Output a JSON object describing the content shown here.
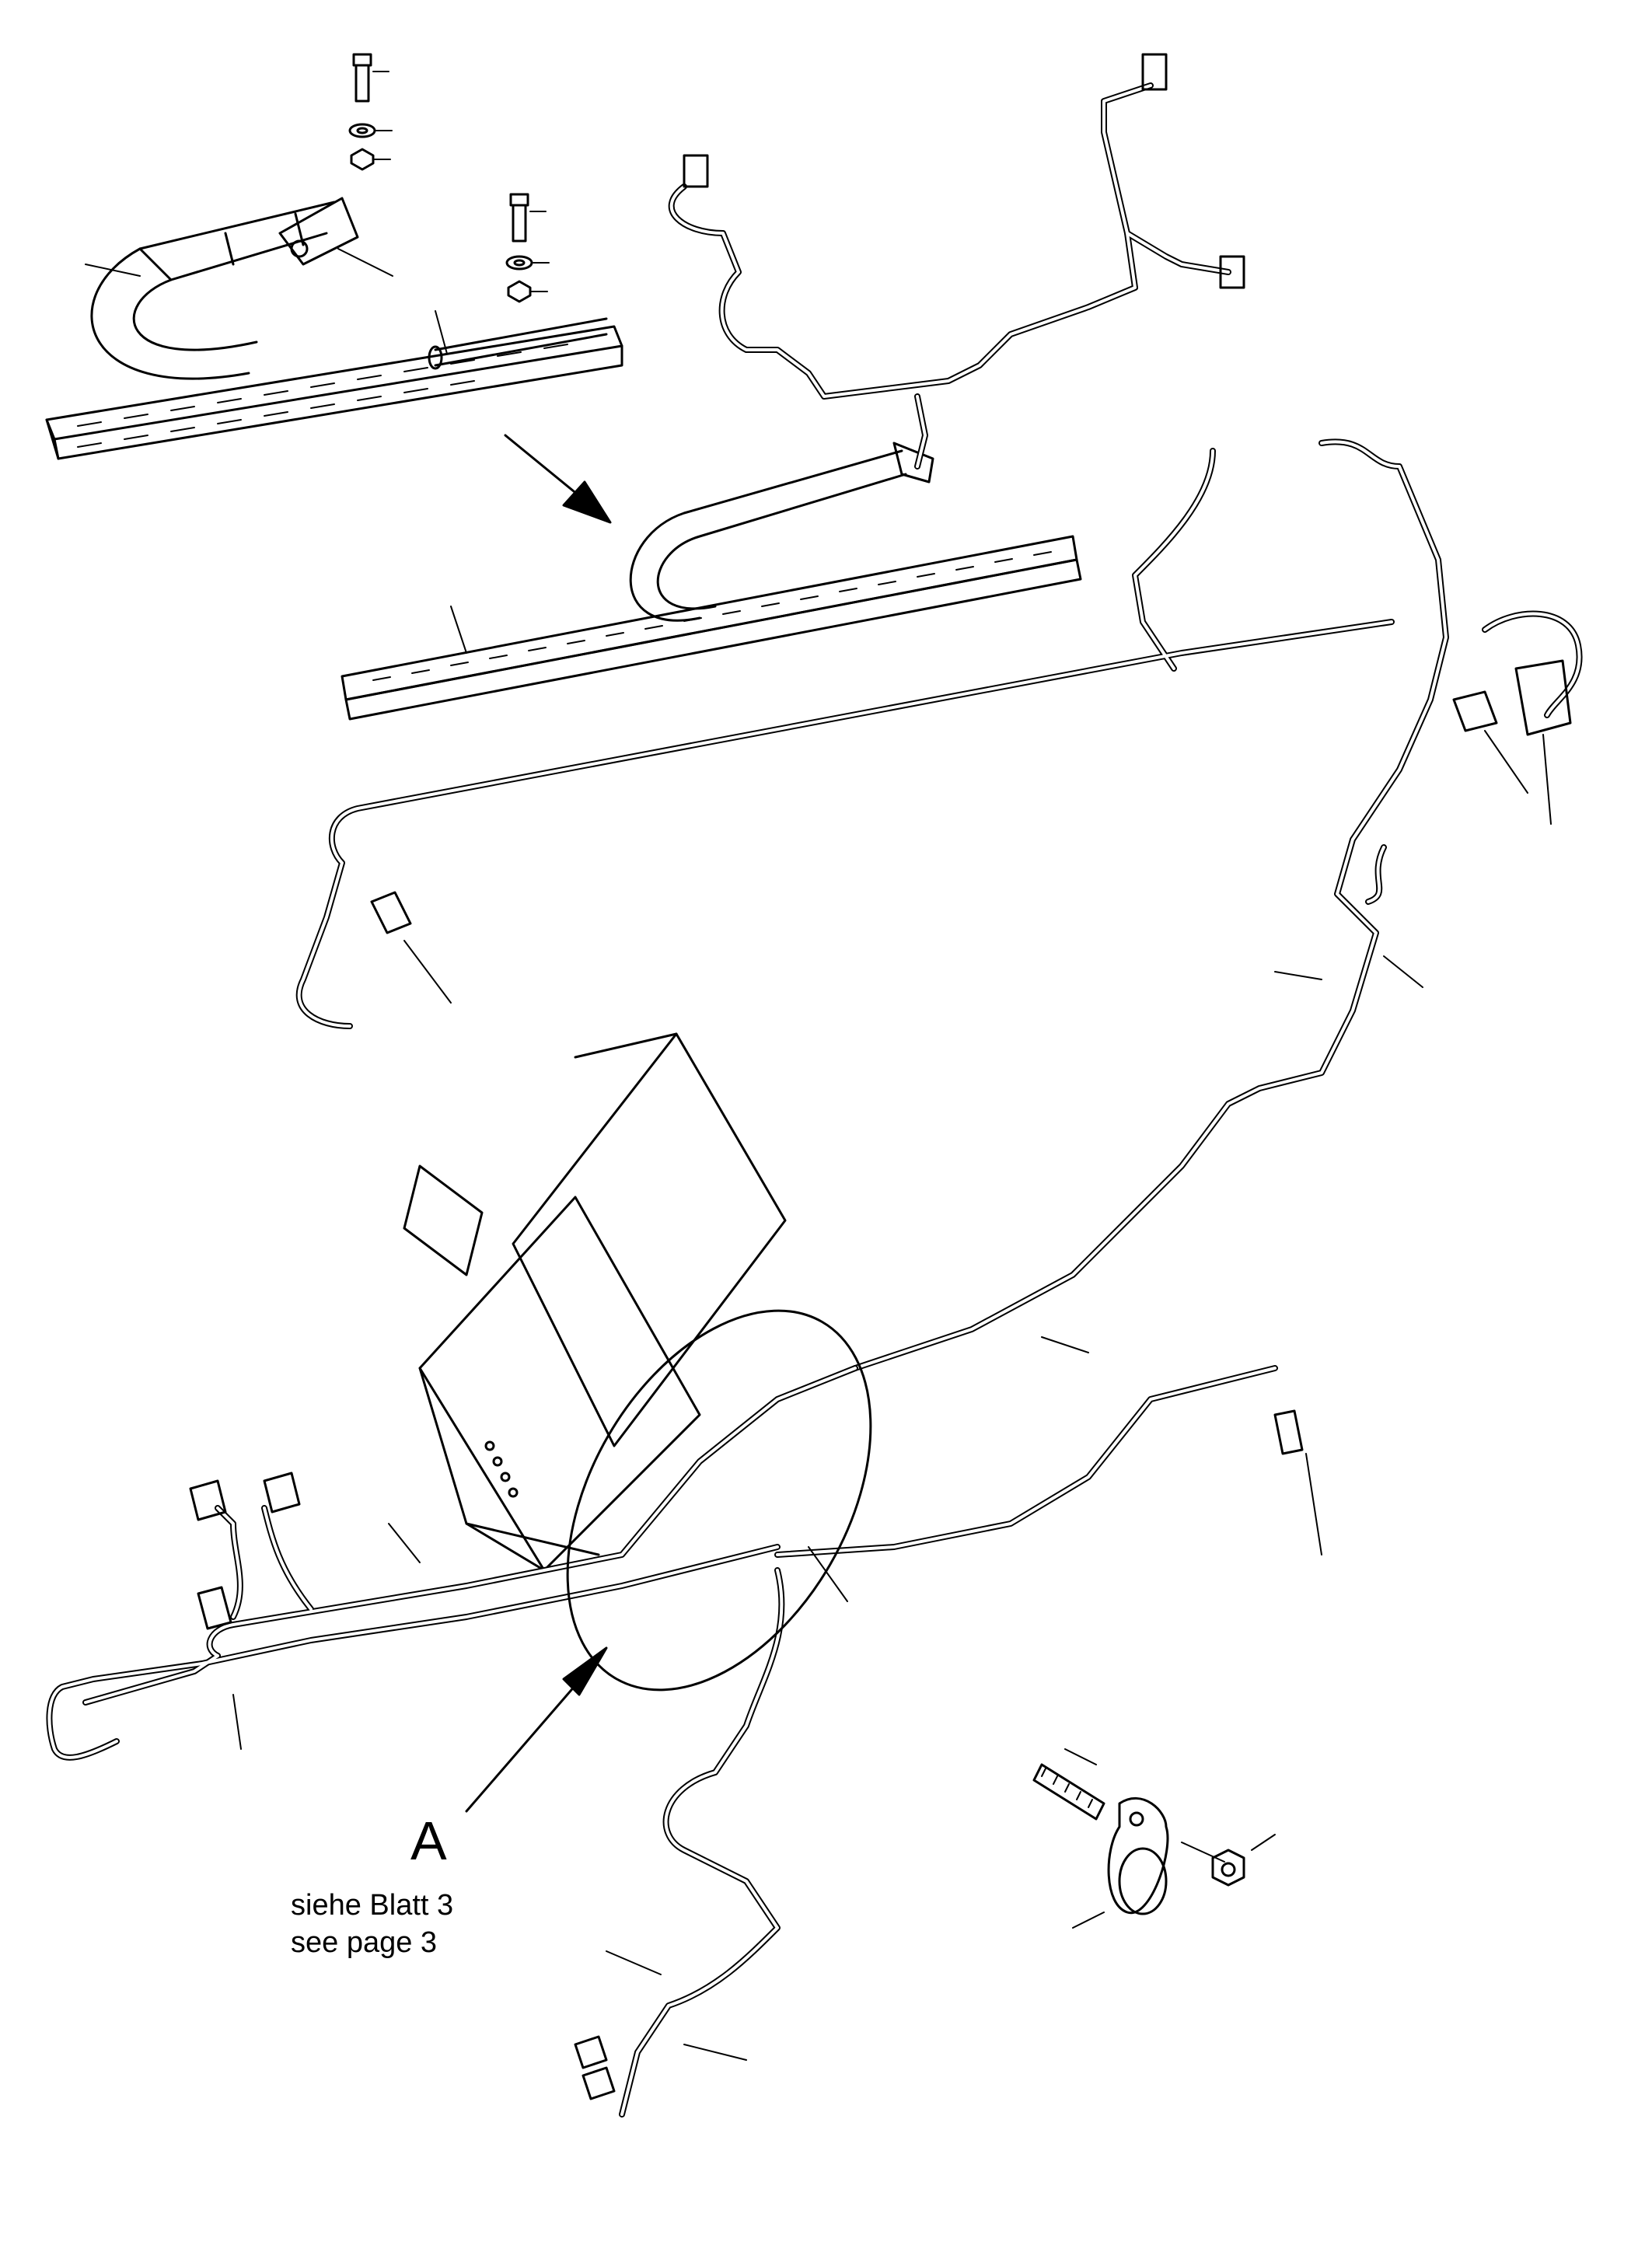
{
  "callout": {
    "letter": "A",
    "line1": "siehe Blatt 3",
    "line2": "see page 3"
  },
  "colors": {
    "ink": "#000000",
    "paper": "#ffffff"
  }
}
